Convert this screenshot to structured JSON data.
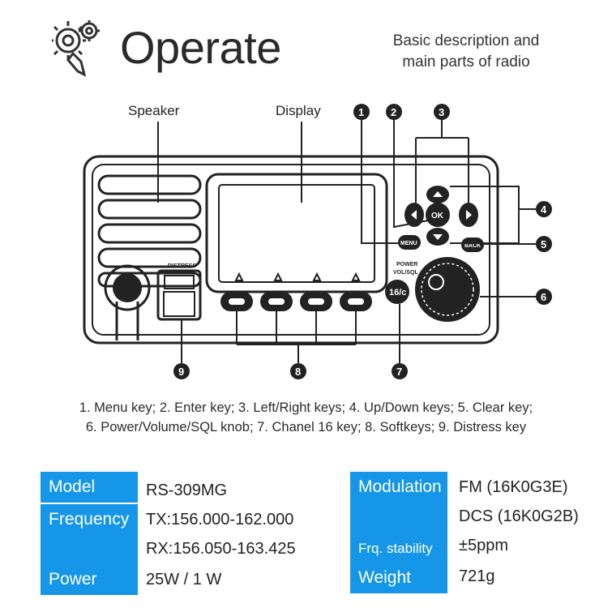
{
  "header": {
    "title": "Operate",
    "subtitle_line1": "Basic description and",
    "subtitle_line2": "main parts of radio",
    "icon": "gear-wrench-icon"
  },
  "diagram": {
    "speaker_label": "Speaker",
    "display_label": "Display",
    "distress_label": "DISTRESS",
    "ok_label": "OK",
    "menu_label": "MENU",
    "back_label": "BACK",
    "power_label": "POWER",
    "vol_sql_label": "VOL/SQL",
    "ch16_label": "16/c",
    "callouts": [
      "1",
      "2",
      "3",
      "4",
      "5",
      "6",
      "7",
      "8",
      "9"
    ]
  },
  "caption": {
    "line1": "1. Menu key; 2. Enter key; 3. Left/Right keys; 4. Up/Down keys; 5. Clear key;",
    "line2": "6. Power/Volume/SQL knob; 7. Chanel 16 key; 8. Softkeys; 9. Distress key"
  },
  "specs": {
    "left": [
      {
        "label": "Model",
        "value": "RS-309MG"
      },
      {
        "label": "Frequency",
        "value": "TX:156.000-162.000"
      },
      {
        "label": "",
        "value": "RX:156.050-163.425"
      },
      {
        "label": "Power",
        "value": "25W / 1 W"
      }
    ],
    "right": [
      {
        "label": "Modulation",
        "value": "FM (16K0G3E)"
      },
      {
        "label": "",
        "value": "DCS (16K0G2B)"
      },
      {
        "label": "Frq. stability",
        "value": "±5ppm"
      },
      {
        "label": "Weight",
        "value": "721g"
      }
    ]
  },
  "colors": {
    "accent": "#1596e8"
  }
}
